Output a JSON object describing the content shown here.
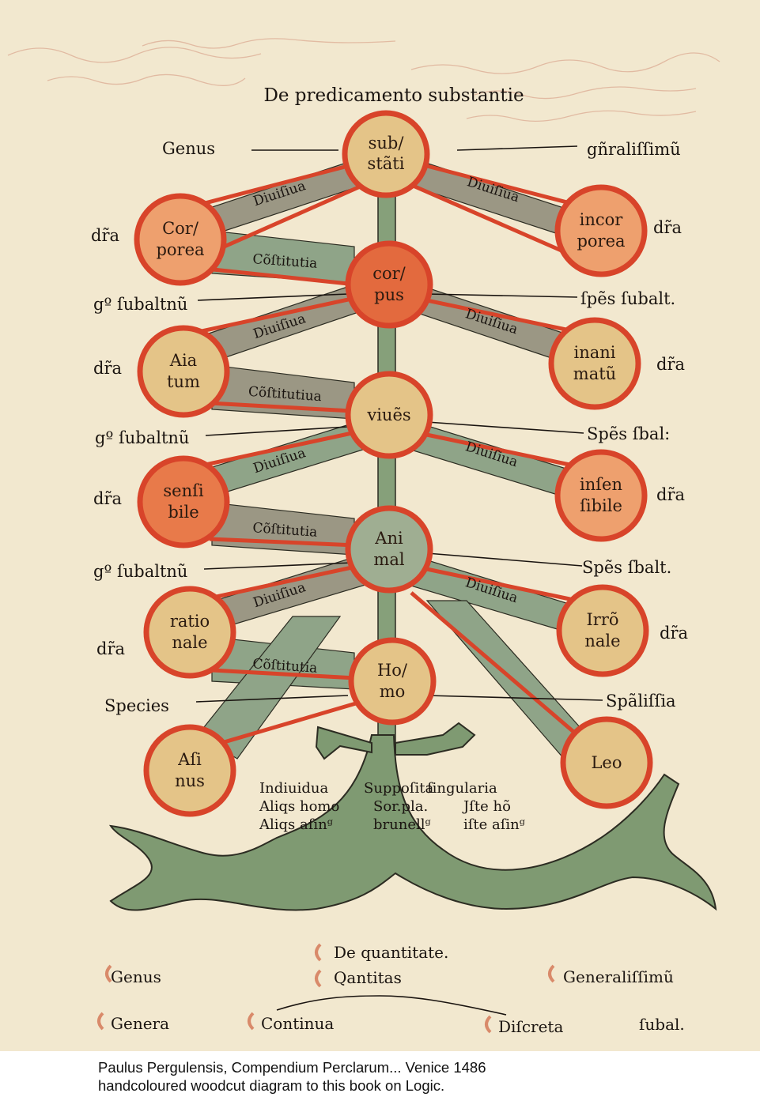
{
  "title": "De predicamento substantie",
  "nodes": {
    "substantia": [
      "sub/",
      "stãti"
    ],
    "corporea": [
      "Cor/",
      "porea"
    ],
    "incorporea": [
      "incor",
      "porea"
    ],
    "corpus": [
      "cor/",
      "pus"
    ],
    "animatum": [
      "Aia",
      "tum"
    ],
    "inanimatum": [
      "inani",
      "matũ"
    ],
    "vivens": [
      "viuẽs"
    ],
    "sensibile": [
      "senſi",
      "bile"
    ],
    "insensibile": [
      "inſen",
      "ſibile"
    ],
    "animal": [
      "Ani",
      "mal"
    ],
    "rationale": [
      "ratio",
      "nale"
    ],
    "irrationale": [
      "Irrõ",
      "nale"
    ],
    "homo": [
      "Ho/",
      "mo"
    ],
    "asinus": [
      "Aſi",
      "nus"
    ],
    "leo": [
      "Leo"
    ]
  },
  "bands": {
    "divisiva": "Diuiſiua",
    "constitutiva": "Cõſtitutia",
    "constitutiva_long": "Cõſtitutiua"
  },
  "left_labels": {
    "genus": "Genus",
    "subalternum": "gº ſubaltnũ",
    "species": "Species",
    "differentia": "dr̃a"
  },
  "right_labels": {
    "generalissimum": "gñraliſſimũ",
    "species_subalt": "ſpẽs ſubalt.",
    "species_sbal": "Spẽs ſbal:",
    "species_sbalt": "Spẽs ſbalt.",
    "specialissima": "Spãliſſia",
    "differentia": "dr̃a"
  },
  "individua": {
    "col1": [
      "Indiuidua",
      "Aliqs homo",
      "Aliqs aſinᵍ"
    ],
    "col2": [
      "Suppoſita",
      "Sor.pla.",
      "brunellᵍ"
    ],
    "col3": [
      "ſingularia",
      "Jſte hõ",
      "iſte aſinᵍ"
    ]
  },
  "quantity": {
    "heading": "De quantitate.",
    "quantitas": "Qantitas",
    "genus": "Genus",
    "generalissimum": "Generaliſſimũ",
    "genera": "Genera",
    "continua": "Continua",
    "discreta": "Diſcreta",
    "subal": "ſubal."
  },
  "caption": {
    "line1": "Paulus Pergulensis, Compendium Perclarum... Venice 1486",
    "line2": "handcoloured woodcut diagram to this book on Logic."
  },
  "colors": {
    "paper": "#f2e8cf",
    "red": "#d8442a",
    "orange_fill": "#eea06e",
    "tan_fill": "#e4c488",
    "green_band": "#8fa488",
    "grey_band": "#9b9784",
    "root_green": "#7f9a72",
    "ink": "#1a1410"
  }
}
